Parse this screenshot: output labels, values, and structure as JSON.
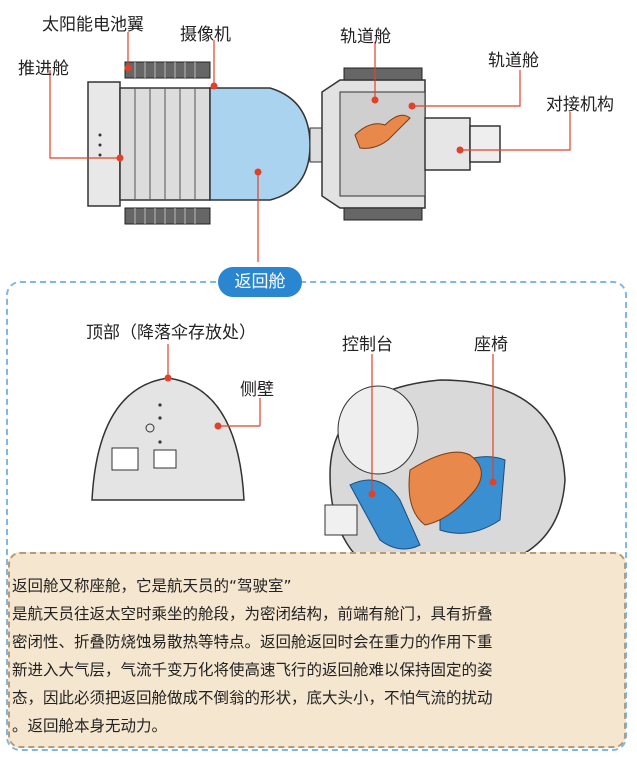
{
  "top_diagram": {
    "labels": {
      "solar_panel": "太阳能电池翼",
      "camera": "摄像机",
      "propulsion": "推进舱",
      "orbital_module_1": "轨道舱",
      "orbital_module_2": "轨道舱",
      "docking": "对接机构"
    }
  },
  "section": {
    "title": "返回舱",
    "labels": {
      "top": "顶部（降落伞存放处）",
      "side_wall": "侧壁",
      "console": "控制台",
      "seat": "座椅"
    }
  },
  "description": {
    "lines": [
      "返回舱又称座舱，它是航天员的“驾驶室”",
      "是航天员往返太空时乘坐的舱段，为密闭结构，前端有舱门，具有折叠",
      "密闭性、折叠防烧蚀易散热等特点。返回舱返回时会在重力的作用下重",
      "新进入大气层，气流千变万化将使高速飞行的返回舱难以保持固定的姿",
      "态，因此必须把返回舱做成不倒翁的形状，底大头小，不怕气流的扰动",
      "。返回舱本身无动力。"
    ]
  },
  "colors": {
    "leader_line": "#e0412a",
    "accent_blue": "#2a86d1",
    "astronaut": "#e8884a",
    "seat_blue": "#3a8fd0",
    "capsule_fill": "#a9d3ef"
  }
}
